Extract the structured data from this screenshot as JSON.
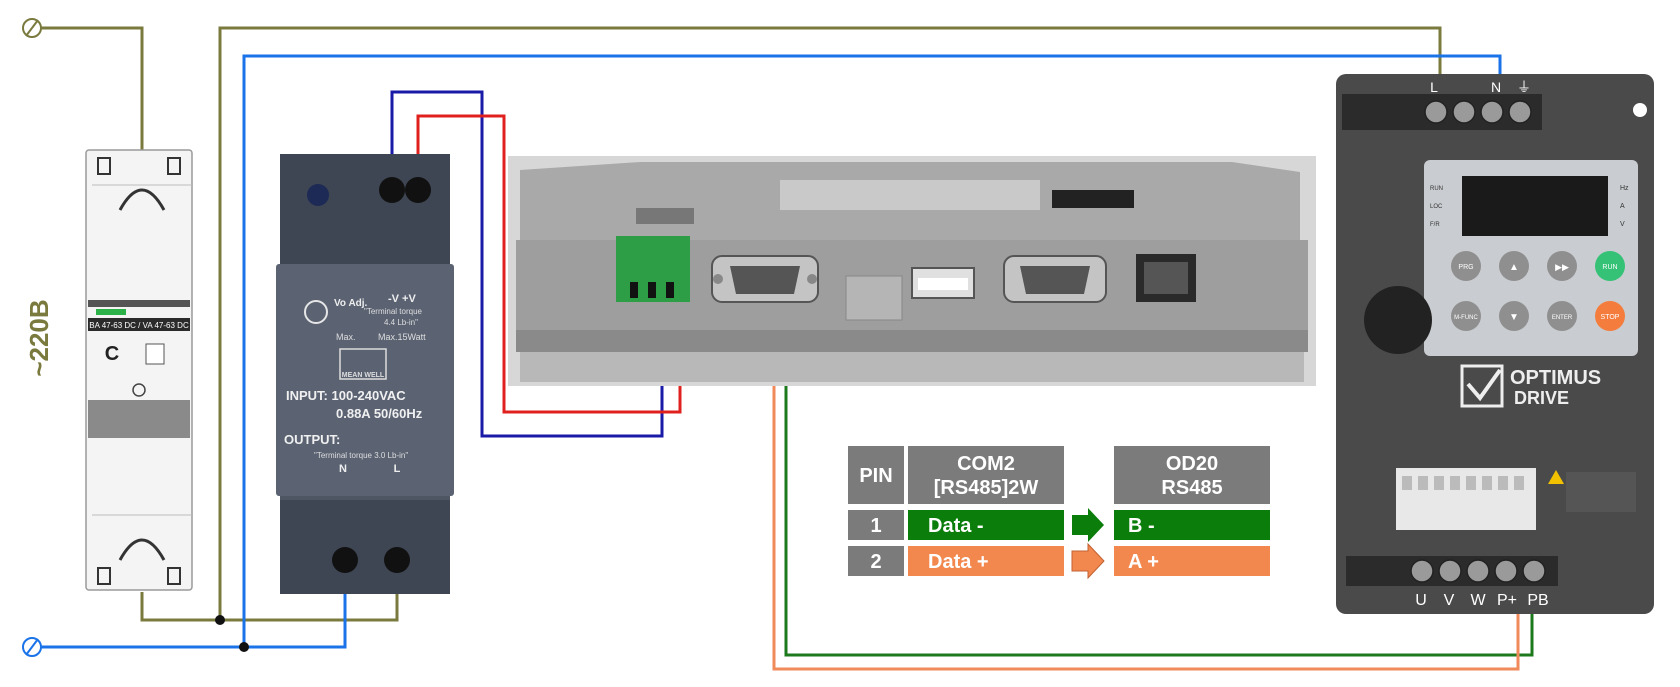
{
  "supply": {
    "label": "~220B"
  },
  "breaker": {
    "model": "BA 47-63 DC / VA 47-63 DC",
    "curve": "C"
  },
  "power_supply": {
    "adj_label": "Vo Adj.",
    "out_terms": "-V  +V",
    "torque_top": "\"Terminal torque",
    "torque_top_val": "4.4 Lb-in\"",
    "max_label": "Max.",
    "max_watt": "Max.15Watt",
    "brand": "MEAN WELL",
    "input_line1": "INPUT: 100-240VAC",
    "input_line2": "0.88A  50/60Hz",
    "output_label": "OUTPUT:",
    "torque_bottom": "\"Terminal torque 3.0 Lb-in\"",
    "term_n": "N",
    "term_l": "L"
  },
  "drive": {
    "brand_line1": "OPTIMUS",
    "brand_line2": "DRIVE",
    "top_terminals": [
      "L",
      "N",
      "⏚"
    ],
    "bottom_terminals": [
      "U",
      "V",
      "W",
      "P+",
      "PB"
    ],
    "keys": [
      "PRG",
      "▲",
      "▶▶",
      "RUN",
      "M-FUNC",
      "▼",
      "ENTER",
      "STOP"
    ],
    "indicators": [
      "RUN",
      "LOC",
      "F/R"
    ],
    "units": [
      "Hz",
      "A",
      "V"
    ]
  },
  "table": {
    "pin_header": "PIN",
    "com_header_1": "COM2",
    "com_header_2": "[RS485]2W",
    "od_header_1": "OD20",
    "od_header_2": "RS485",
    "rows": [
      {
        "pin": "1",
        "com": "Data -",
        "od": "B -"
      },
      {
        "pin": "2",
        "com": "Data +",
        "od": "A +"
      }
    ]
  },
  "colors": {
    "olive_wire": "#7a7a3e",
    "blue_wire": "#1a73e8",
    "dark_blue_wire": "#1a1aa8",
    "red_wire": "#e0201c",
    "green_wire": "#1c7a1c",
    "orange_wire": "#f08a5a",
    "header_gray": "#7b7b7b",
    "row_gray": "#7b7b7b",
    "data_minus_green": "#0a7d0a",
    "data_plus_orange": "#f3884f"
  }
}
